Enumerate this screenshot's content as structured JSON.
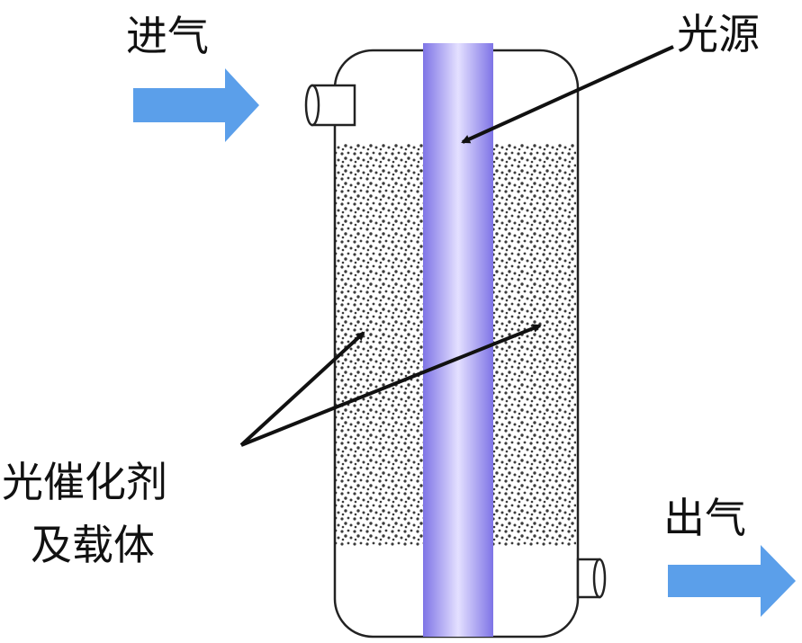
{
  "labels": {
    "gas_in": "进气",
    "light_source": "光源",
    "catalyst_line1": "光催化剂",
    "catalyst_line2": "及载体",
    "gas_out": "出气"
  },
  "colors": {
    "flow_arrow": "#5B9FEA",
    "lamp_edge": "#7E74E6",
    "lamp_center": "#E4E0FF",
    "packing_dots": "#3a3a3a",
    "vessel_outline": "#222222"
  }
}
